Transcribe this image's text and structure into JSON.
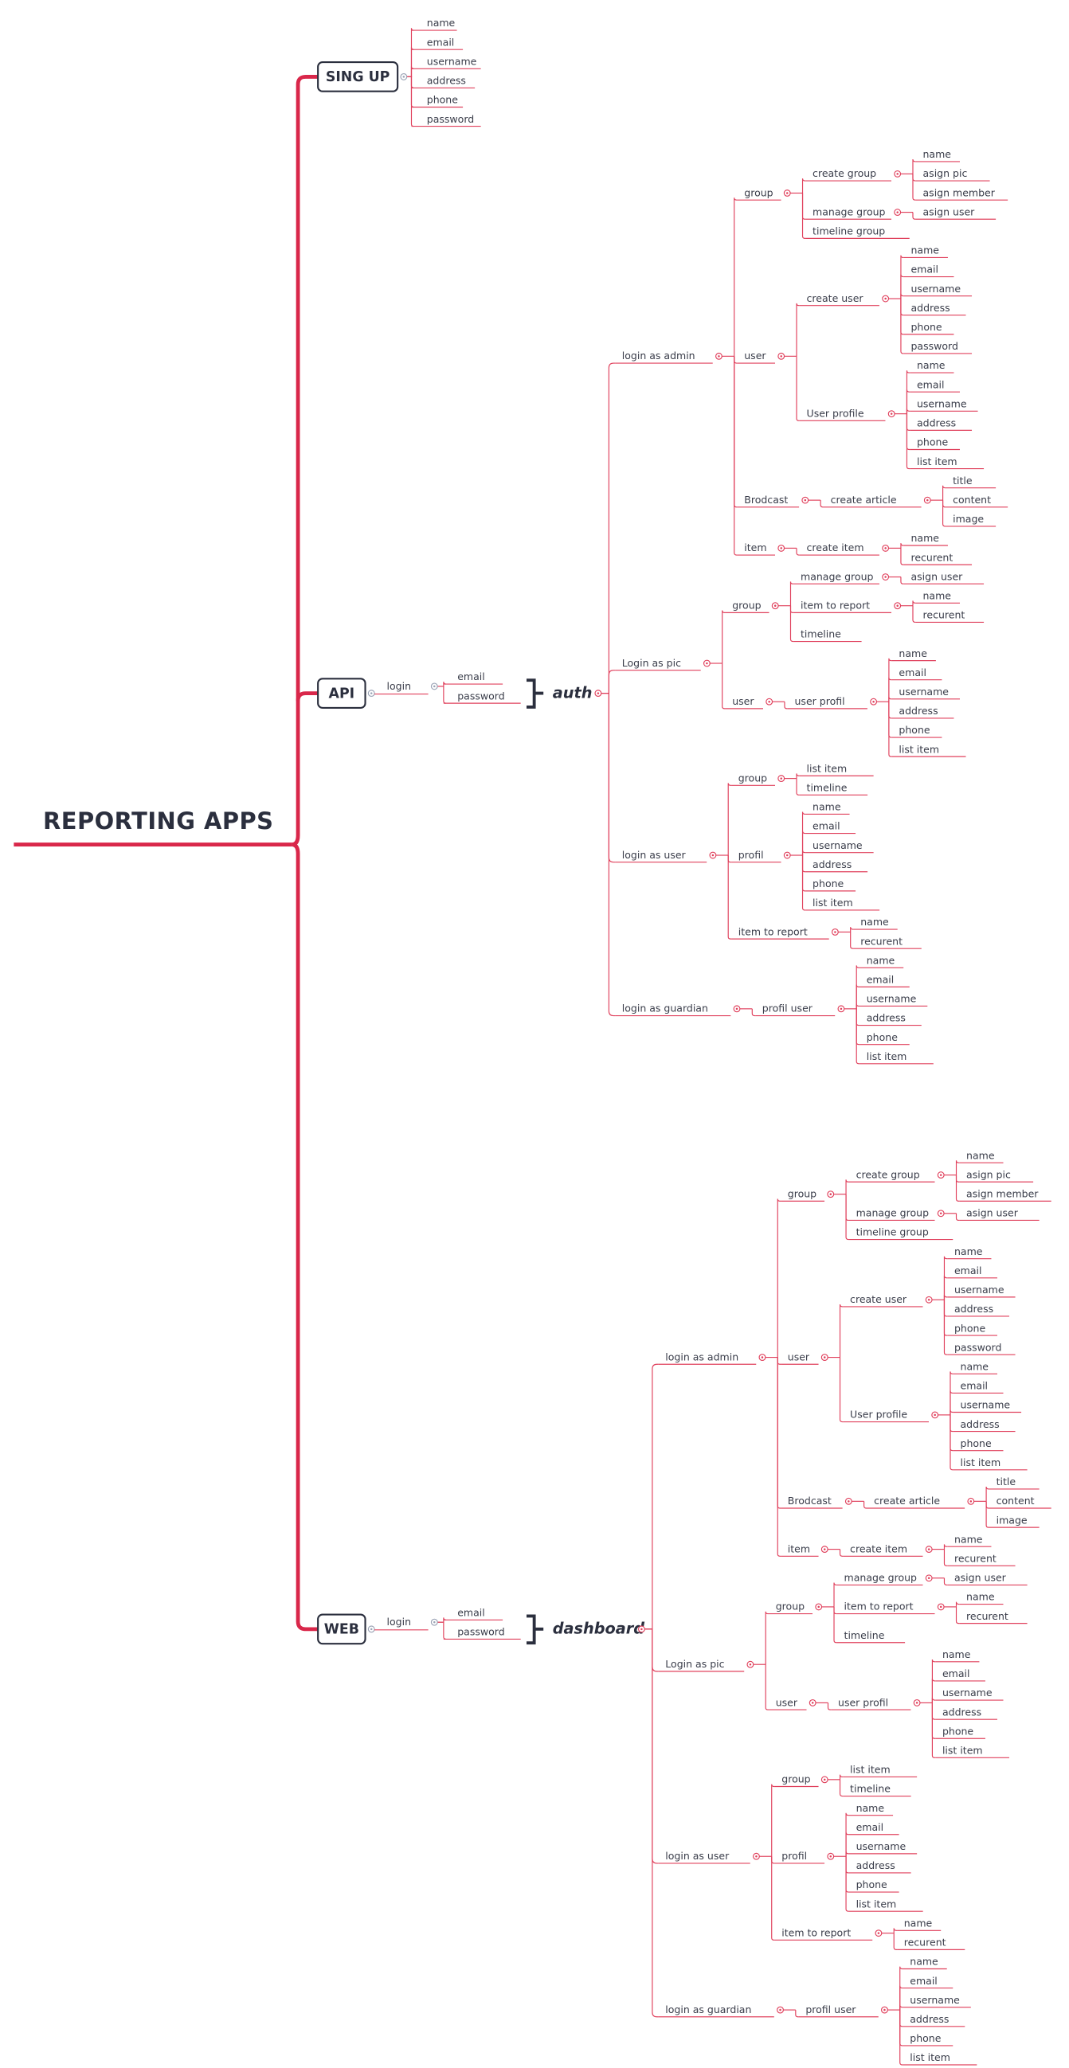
{
  "colors": {
    "branch": "#e0405c",
    "trunk": "#d9274a",
    "text": "#3a3d4a",
    "box_border": "#2b2f3e"
  },
  "root": {
    "label": "REPORTING APPS"
  },
  "main": [
    {
      "label": "SING UP",
      "children": [
        {
          "label": "name"
        },
        {
          "label": "email"
        },
        {
          "label": "username"
        },
        {
          "label": "address"
        },
        {
          "label": "phone"
        },
        {
          "label": "password"
        }
      ]
    },
    {
      "label": "API",
      "children": [
        {
          "label": "login",
          "children": [
            {
              "label": "email"
            },
            {
              "label": "password"
            }
          ]
        }
      ],
      "summary": {
        "label": "auth",
        "children": [
          {
            "label": "login as admin",
            "children": [
              {
                "label": "group",
                "children": [
                  {
                    "label": "create group",
                    "children": [
                      {
                        "label": "name"
                      },
                      {
                        "label": "asign pic"
                      },
                      {
                        "label": "asign member"
                      }
                    ]
                  },
                  {
                    "label": "manage group",
                    "children": [
                      {
                        "label": "asign user"
                      }
                    ]
                  },
                  {
                    "label": "timeline group"
                  }
                ]
              },
              {
                "label": "user",
                "children": [
                  {
                    "label": "create user",
                    "children": [
                      {
                        "label": "name"
                      },
                      {
                        "label": "email"
                      },
                      {
                        "label": "username"
                      },
                      {
                        "label": "address"
                      },
                      {
                        "label": "phone"
                      },
                      {
                        "label": "password"
                      }
                    ]
                  },
                  {
                    "label": "User profile",
                    "children": [
                      {
                        "label": "name"
                      },
                      {
                        "label": "email"
                      },
                      {
                        "label": "username"
                      },
                      {
                        "label": "address"
                      },
                      {
                        "label": "phone"
                      },
                      {
                        "label": "list item"
                      }
                    ]
                  }
                ]
              },
              {
                "label": "Brodcast",
                "children": [
                  {
                    "label": "create article",
                    "children": [
                      {
                        "label": "title"
                      },
                      {
                        "label": "content"
                      },
                      {
                        "label": "image"
                      }
                    ]
                  }
                ]
              },
              {
                "label": "item",
                "children": [
                  {
                    "label": "create item",
                    "children": [
                      {
                        "label": "name"
                      },
                      {
                        "label": "recurent"
                      }
                    ]
                  }
                ]
              }
            ]
          },
          {
            "label": "Login as pic",
            "children": [
              {
                "label": "group",
                "children": [
                  {
                    "label": "manage group",
                    "children": [
                      {
                        "label": "asign user"
                      }
                    ]
                  },
                  {
                    "label": "item to report",
                    "children": [
                      {
                        "label": "name"
                      },
                      {
                        "label": "recurent"
                      }
                    ]
                  },
                  {
                    "label": "timeline"
                  }
                ]
              },
              {
                "label": "user",
                "children": [
                  {
                    "label": "user profil",
                    "children": [
                      {
                        "label": "name"
                      },
                      {
                        "label": "email"
                      },
                      {
                        "label": "username"
                      },
                      {
                        "label": "address"
                      },
                      {
                        "label": "phone"
                      },
                      {
                        "label": "list item"
                      }
                    ]
                  }
                ]
              }
            ]
          },
          {
            "label": "login as user",
            "children": [
              {
                "label": "group",
                "children": [
                  {
                    "label": "list item"
                  },
                  {
                    "label": "timeline"
                  }
                ]
              },
              {
                "label": "profil",
                "children": [
                  {
                    "label": "name"
                  },
                  {
                    "label": "email"
                  },
                  {
                    "label": "username"
                  },
                  {
                    "label": "address"
                  },
                  {
                    "label": "phone"
                  },
                  {
                    "label": "list item"
                  }
                ]
              },
              {
                "label": "item to report",
                "children": [
                  {
                    "label": "name"
                  },
                  {
                    "label": "recurent"
                  }
                ]
              }
            ]
          },
          {
            "label": "login as guardian",
            "children": [
              {
                "label": "profil user",
                "children": [
                  {
                    "label": "name"
                  },
                  {
                    "label": "email"
                  },
                  {
                    "label": "username"
                  },
                  {
                    "label": "address"
                  },
                  {
                    "label": "phone"
                  },
                  {
                    "label": "list item"
                  }
                ]
              }
            ]
          }
        ]
      }
    },
    {
      "label": "WEB",
      "children": [
        {
          "label": "login",
          "children": [
            {
              "label": "email"
            },
            {
              "label": "password"
            }
          ]
        }
      ],
      "summary": {
        "label": "dashboard",
        "children": [
          {
            "label": "login as admin",
            "children": [
              {
                "label": "group",
                "children": [
                  {
                    "label": "create group",
                    "children": [
                      {
                        "label": "name"
                      },
                      {
                        "label": "asign pic"
                      },
                      {
                        "label": "asign member"
                      }
                    ]
                  },
                  {
                    "label": "manage group",
                    "children": [
                      {
                        "label": "asign user"
                      }
                    ]
                  },
                  {
                    "label": "timeline group"
                  }
                ]
              },
              {
                "label": "user",
                "children": [
                  {
                    "label": "create user",
                    "children": [
                      {
                        "label": "name"
                      },
                      {
                        "label": "email"
                      },
                      {
                        "label": "username"
                      },
                      {
                        "label": "address"
                      },
                      {
                        "label": "phone"
                      },
                      {
                        "label": "password"
                      }
                    ]
                  },
                  {
                    "label": "User profile",
                    "children": [
                      {
                        "label": "name"
                      },
                      {
                        "label": "email"
                      },
                      {
                        "label": "username"
                      },
                      {
                        "label": "address"
                      },
                      {
                        "label": "phone"
                      },
                      {
                        "label": "list item"
                      }
                    ]
                  }
                ]
              },
              {
                "label": "Brodcast",
                "children": [
                  {
                    "label": "create article",
                    "children": [
                      {
                        "label": "title"
                      },
                      {
                        "label": "content"
                      },
                      {
                        "label": "image"
                      }
                    ]
                  }
                ]
              },
              {
                "label": "item",
                "children": [
                  {
                    "label": "create item",
                    "children": [
                      {
                        "label": "name"
                      },
                      {
                        "label": "recurent"
                      }
                    ]
                  }
                ]
              }
            ]
          },
          {
            "label": "Login as pic",
            "children": [
              {
                "label": "group",
                "children": [
                  {
                    "label": "manage group",
                    "children": [
                      {
                        "label": "asign user"
                      }
                    ]
                  },
                  {
                    "label": "item to report",
                    "children": [
                      {
                        "label": "name"
                      },
                      {
                        "label": "recurent"
                      }
                    ]
                  },
                  {
                    "label": "timeline"
                  }
                ]
              },
              {
                "label": "user",
                "children": [
                  {
                    "label": "user profil",
                    "children": [
                      {
                        "label": "name"
                      },
                      {
                        "label": "email"
                      },
                      {
                        "label": "username"
                      },
                      {
                        "label": "address"
                      },
                      {
                        "label": "phone"
                      },
                      {
                        "label": "list item"
                      }
                    ]
                  }
                ]
              }
            ]
          },
          {
            "label": "login as user",
            "children": [
              {
                "label": "group",
                "children": [
                  {
                    "label": "list item"
                  },
                  {
                    "label": "timeline"
                  }
                ]
              },
              {
                "label": "profil",
                "children": [
                  {
                    "label": "name"
                  },
                  {
                    "label": "email"
                  },
                  {
                    "label": "username"
                  },
                  {
                    "label": "address"
                  },
                  {
                    "label": "phone"
                  },
                  {
                    "label": "list item"
                  }
                ]
              },
              {
                "label": "item to report",
                "children": [
                  {
                    "label": "name"
                  },
                  {
                    "label": "recurent"
                  }
                ]
              }
            ]
          },
          {
            "label": "login as guardian",
            "children": [
              {
                "label": "profil user",
                "children": [
                  {
                    "label": "name"
                  },
                  {
                    "label": "email"
                  },
                  {
                    "label": "username"
                  },
                  {
                    "label": "address"
                  },
                  {
                    "label": "phone"
                  },
                  {
                    "label": "list item"
                  }
                ]
              }
            ]
          }
        ]
      }
    }
  ]
}
